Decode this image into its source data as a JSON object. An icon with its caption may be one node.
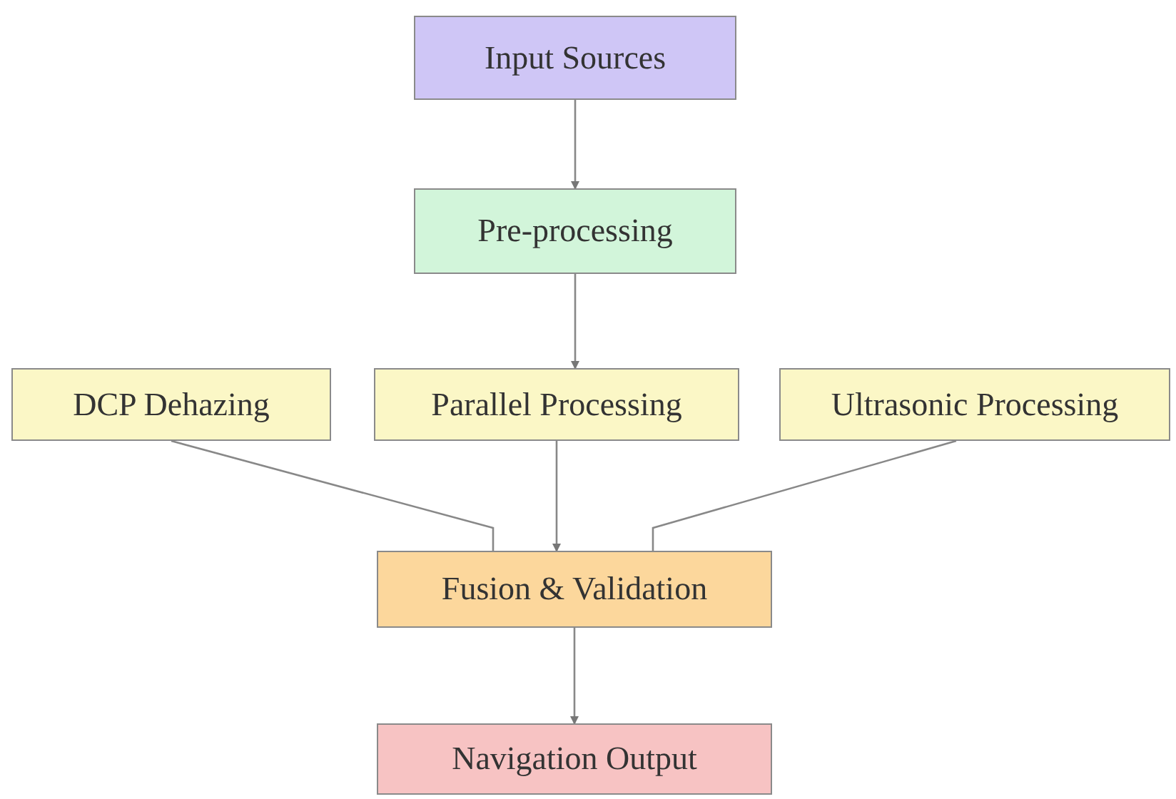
{
  "diagram": {
    "nodes": [
      {
        "text": [
          "Input Sources"
        ]
      },
      {
        "text": [
          "Pre-processing"
        ]
      },
      {
        "text": [
          "DCP Dehazing"
        ]
      },
      {
        "text": [
          "Parallel Processing"
        ]
      },
      {
        "text": [
          "Ultrasonic Processing"
        ]
      },
      {
        "text": [
          "Fusion & Validation"
        ]
      },
      {
        "text": [
          "Navigation Output"
        ]
      }
    ],
    "edges": [
      {
        "from": 0,
        "to": 1,
        "arrow": "to"
      },
      {
        "from": 1,
        "to": 3,
        "arrow": "to"
      },
      {
        "from": 2,
        "to": 5,
        "arrow": "none"
      },
      {
        "from": 3,
        "to": 5,
        "arrow": "to"
      },
      {
        "from": 4,
        "to": 5,
        "arrow": "none"
      },
      {
        "from": 5,
        "to": 6,
        "arrow": "to"
      }
    ]
  }
}
